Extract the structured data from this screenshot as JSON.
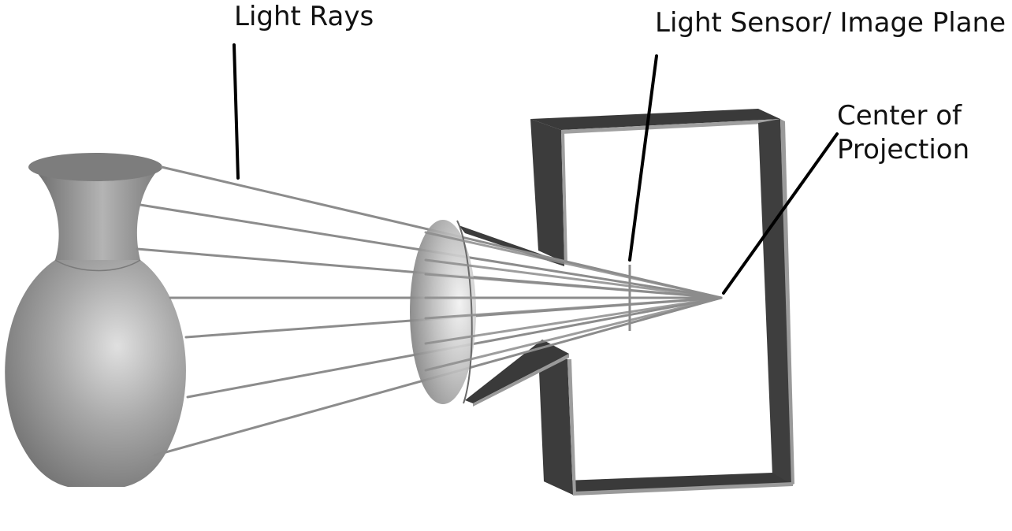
{
  "labels": {
    "light_rays": "Light Rays",
    "light_sensor": "Light Sensor/ Image Plane",
    "center_of_projection": "Center of\nProjection"
  },
  "colors": {
    "vase": "#8e8e8e",
    "vase_highlight": "#d9d9d9",
    "box": "#3f3f3f",
    "box_edge": "#9a9a9a",
    "ray": "#8a8a8a",
    "leader": "#000000",
    "sensor": "#8a8a8a",
    "lens": "#bdbdbd"
  },
  "icons": {
    "vase": "vase-shape",
    "lens": "convex-lens",
    "camera": "camera-box"
  }
}
